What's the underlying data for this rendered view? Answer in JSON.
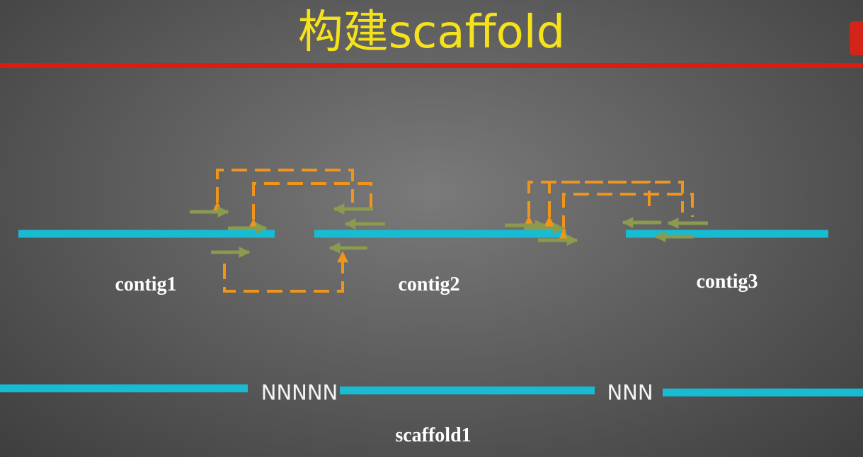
{
  "title": "构建scaffold",
  "colors": {
    "title": "#f5e21b",
    "title_rule": "#e11a0e",
    "contig": "#17bcd3",
    "read_arrow": "#8a9a4e",
    "pair_link": "#f0951a",
    "label": "#ffffff"
  },
  "contigs": [
    {
      "label": "contig1"
    },
    {
      "label": "contig2"
    },
    {
      "label": "contig3"
    }
  ],
  "scaffold": {
    "label": "scaffold1",
    "gaps": [
      "NNNNN",
      "NNN"
    ]
  }
}
